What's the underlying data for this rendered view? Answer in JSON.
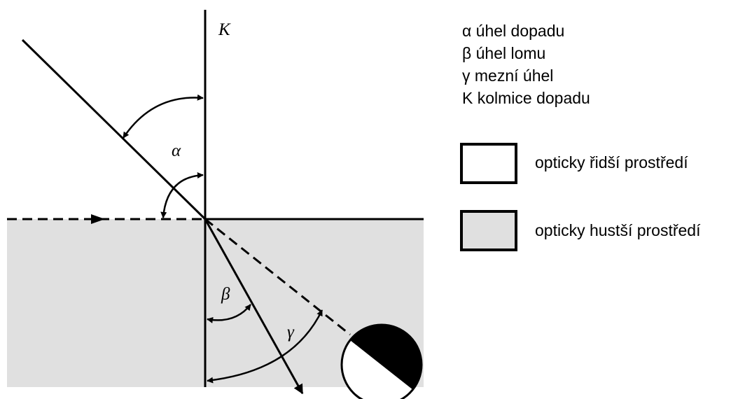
{
  "labels": {
    "perpendicular": "K",
    "alpha": "α",
    "beta": "β",
    "gamma": "γ"
  },
  "legend": {
    "definitions": [
      "α úhel dopadu",
      "β úhel lomu",
      "γ mezní úhel",
      "K kolmice dopadu"
    ],
    "swatches": [
      {
        "label": "opticky řidší prostředí",
        "fill": "#ffffff"
      },
      {
        "label": "opticky hustší prostředí",
        "fill": "#e0e0e0"
      }
    ]
  },
  "colors": {
    "line": "#000000",
    "denser_medium": "#e0e0e0",
    "rarer_medium": "#ffffff"
  }
}
